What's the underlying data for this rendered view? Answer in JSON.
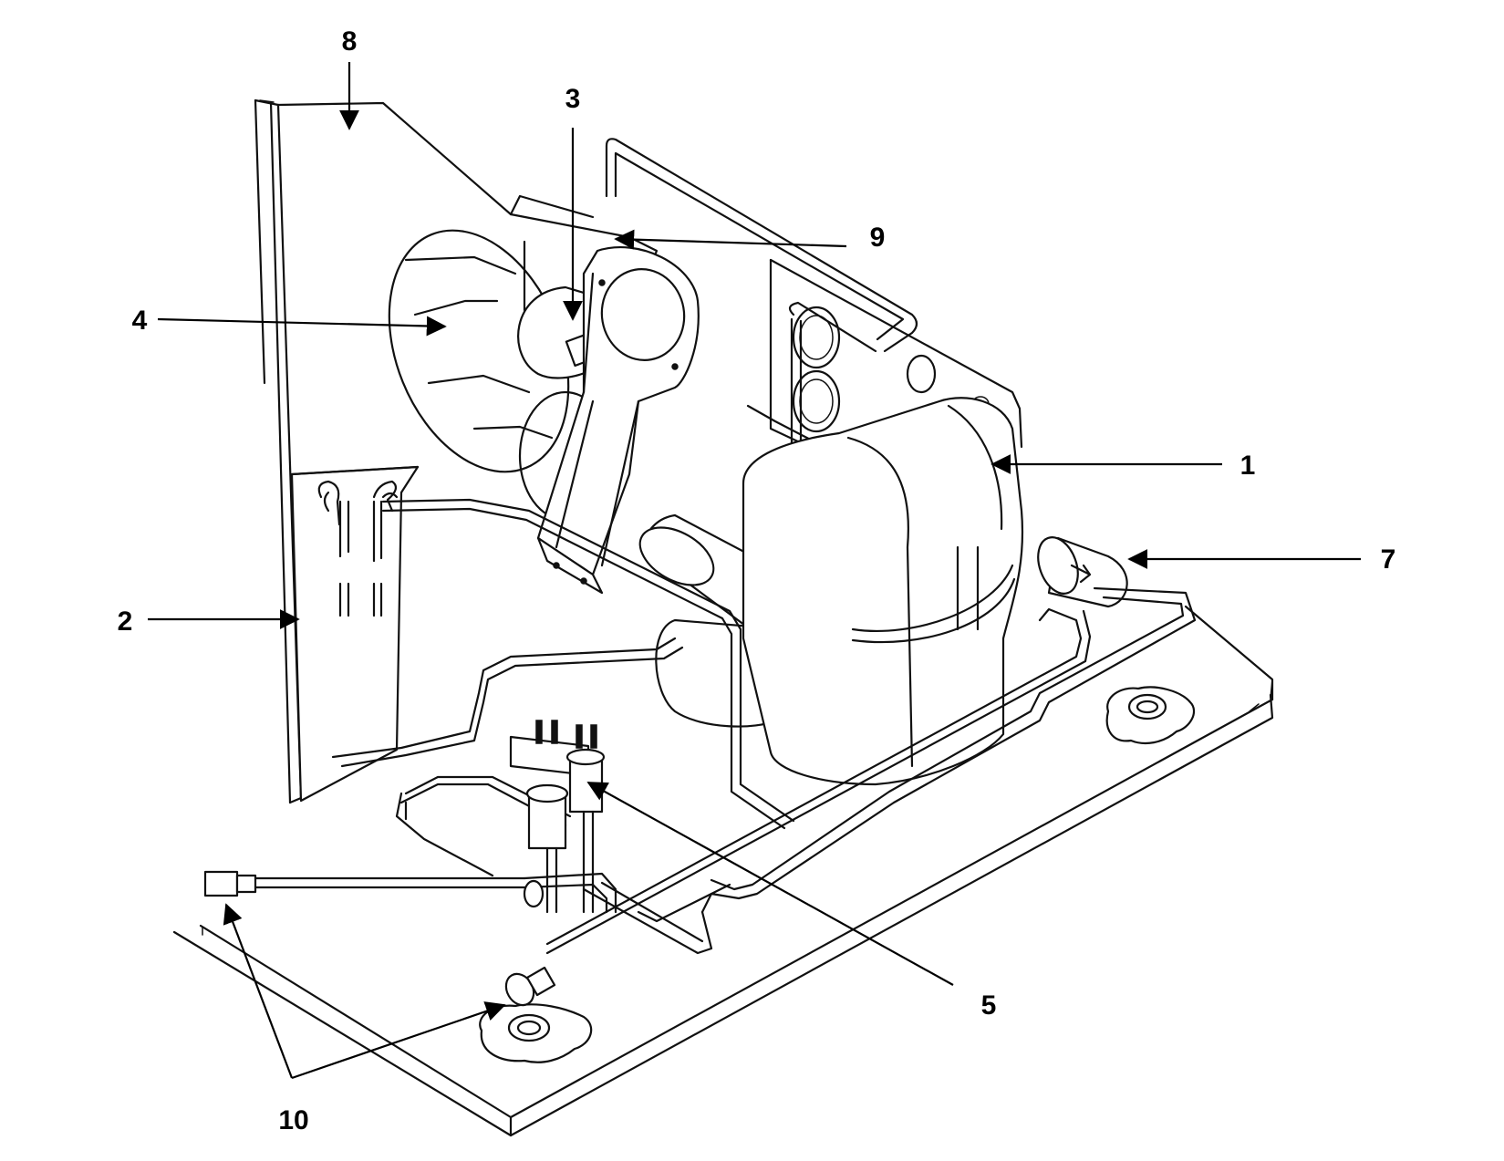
{
  "diagram": {
    "callouts": [
      {
        "id": "1",
        "label": "1"
      },
      {
        "id": "2",
        "label": "2"
      },
      {
        "id": "3",
        "label": "3"
      },
      {
        "id": "4",
        "label": "4"
      },
      {
        "id": "5",
        "label": "5"
      },
      {
        "id": "7",
        "label": "7"
      },
      {
        "id": "8",
        "label": "8"
      },
      {
        "id": "9",
        "label": "9"
      },
      {
        "id": "10",
        "label": "10"
      }
    ],
    "colors": {
      "line": "#111111",
      "background": "#ffffff"
    }
  }
}
